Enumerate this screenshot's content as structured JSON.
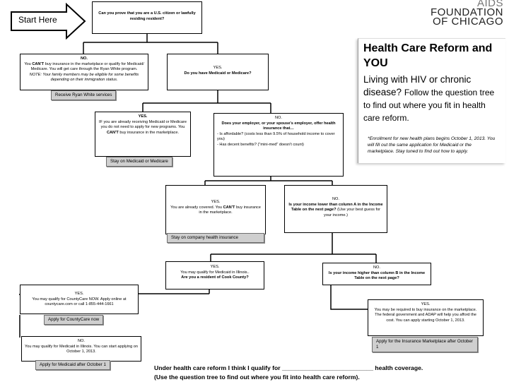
{
  "logo": {
    "line1": "AIDS",
    "line2": "FOUNDATION",
    "line3": "OF CHICAGO"
  },
  "start": "Start Here",
  "panel": {
    "title": "Health Care Reform and YOU",
    "subtitle_large": "Living with HIV or chronic disease?",
    "subtitle_small": "Follow the question tree to find out where you fit in health care reform.",
    "note": "*Enrollment for new health plans begins October 1, 2013. You will fill out the same application for Medicaid or the marketplace. Stay tuned to find out how to apply."
  },
  "q1": {
    "text": "Can you prove that you are a U.S. citizen or lawfully residing resident?"
  },
  "no1": {
    "head": "NO.",
    "pre": "You ",
    "bold": "CAN'T",
    "post": " buy insurance in the marketplace or qualify for Medicaid/ Medicare. You will get care through the Ryan White program.",
    "note": "NOTE: Your family members may be eligible for some benefits depending on their immigration status.",
    "tag": "Receive Ryan White services"
  },
  "yes1": {
    "head": "YES.",
    "text": "Do you have Medicaid or Medicare?"
  },
  "yes2": {
    "head": "YES.",
    "pre": "IF you are already receiving Medicaid or Medicare you do not need to apply for new programs. You ",
    "bold": "CAN'T",
    "post": " buy insurance in the marketplace.",
    "tag": "Stay on Medicaid or Medicare"
  },
  "no2": {
    "head": "NO.",
    "question": "Does your employer, or your spouse's employer, offer health insurance that…",
    "line1": "- Is affordable? (costs less than 9.5%  of household income to cover you)",
    "line2": "- Has decent benefits? (\"mini-med\" doesn't count)"
  },
  "yes3": {
    "head": "YES.",
    "pre": "You are already covered. You ",
    "bold": "CAN'T",
    "post": " buy insurance in the marketplace.",
    "tag": "Stay  on company  health insurance"
  },
  "no3": {
    "head": "NO.",
    "question": "Is your income lower than column A  in the Income Table on the next page?",
    "paren": " (Use your best guess for your income.)"
  },
  "yes4": {
    "head": "YES.",
    "text": "You may qualify for Medicaid in Illinois..",
    "question": "Are you a resident of Cook County?"
  },
  "no4": {
    "head": "NO.",
    "question": "Is your income higher than column B in the Income Table on the next page?"
  },
  "yes5": {
    "head": "YES.",
    "text": "You may qualify for CountyCare NOW. Apply online at countycare.com or call 1-855-444-1661",
    "tag": "Apply for CountyCare now"
  },
  "no5": {
    "head": "NO.",
    "text": "You may qualify for Medicaid in Illinois. You can start applying on  October 1, 2013.",
    "tag": "Apply for Medicaid after October 1"
  },
  "yes6": {
    "head": "YES.",
    "text": "You may be required to  buy insurance on the marketplace. The federal government and ADAP will help you afford the cost. You can apply starting October 1, 2013.",
    "tag": "Apply for the Insurance Marketplace after October 1"
  },
  "footer": {
    "line1_pre": "Under health care reform I think I qualify for ",
    "blank": "___________________________",
    "line1_post": " health coverage.",
    "line2": "(Use the question tree to find out where you fit into health care reform)."
  }
}
